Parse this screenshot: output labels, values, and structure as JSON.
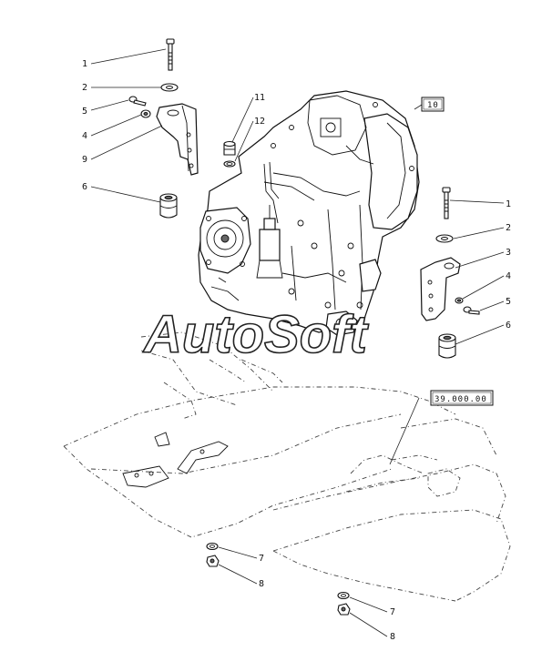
{
  "callouts": {
    "c1_left": "1",
    "c2_left": "2",
    "c5_left": "5",
    "c4_left": "4",
    "c9": "9",
    "c6_left": "6",
    "c11": "11",
    "c12": "12",
    "c1_right": "1",
    "c2_right": "2",
    "c3": "3",
    "c4_right": "4",
    "c5_right": "5",
    "c6_right": "6",
    "c7_left": "7",
    "c8_left": "8",
    "c7_right": "7",
    "c8_right": "8"
  },
  "ref_boxes": {
    "transmission": "10",
    "frame": "39.000.00"
  },
  "watermark": "AutoSoft"
}
